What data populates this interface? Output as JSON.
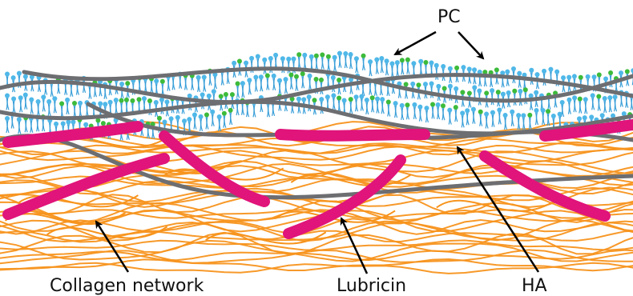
{
  "labels": {
    "pc": "PC",
    "collagen": "Collagen network",
    "lubricin": "Lubricin",
    "ha": "HA"
  },
  "colors": {
    "collagen": "#f7941d",
    "lubricin": "#e0147a",
    "ha": "#6d6e71",
    "pc_head_blue": "#4fb8e8",
    "pc_head_green": "#3dbb3b",
    "pc_tail": "#3a9fd8",
    "arrow": "#000000"
  },
  "icons": {
    "arrows": "black-arrow"
  }
}
